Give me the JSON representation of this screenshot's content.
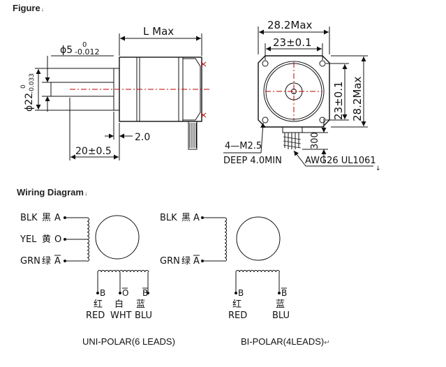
{
  "figure": {
    "heading": "Figure",
    "heading_mark": "↓",
    "side_view": {
      "length_label": "L  Max",
      "shaft_dia_label": "ϕ5",
      "shaft_dia_tol_upper": "0",
      "shaft_dia_tol_lower": "-0.012",
      "pilot_dia_label": "ϕ22",
      "pilot_dia_tol_upper": "0",
      "pilot_dia_tol_lower": "-0.033",
      "pilot_height_label": "2.0",
      "shaft_length_label": "20±0.5"
    },
    "front_view": {
      "outer_width_label": "28.2Max",
      "hole_spacing_h_label": "23±0.1",
      "hole_spacing_v_label": "23±0.1",
      "outer_height_label": "28.2Max",
      "lead_length_label": "300",
      "screw_label": "4—M2.5",
      "depth_label": "DEEP 4.0MIN",
      "wire_label": "AWG26  UL1061",
      "wire_label_mark": "↓"
    }
  },
  "wiring": {
    "heading": "Wiring Diagram",
    "heading_mark": "↓",
    "unipolar": {
      "leads": [
        {
          "code": "BLK",
          "zh": "黑",
          "phase": "A",
          "bar": false
        },
        {
          "code": "YEL",
          "zh": "黄",
          "phase": "O",
          "bar": false
        },
        {
          "code": "GRN",
          "zh": "绿",
          "phase": "A",
          "bar": true
        }
      ],
      "bottom_leads": [
        {
          "phase": "B",
          "bar": false,
          "zh": "红",
          "code": "RED"
        },
        {
          "phase": "O",
          "bar": true,
          "zh": "白",
          "code": "WHT"
        },
        {
          "phase": "B",
          "bar": true,
          "zh": "蓝",
          "code": "BLU"
        }
      ],
      "caption": "UNI-POLAR(6 LEADS)"
    },
    "bipolar": {
      "leads": [
        {
          "code": "BLK",
          "zh": "黑",
          "phase": "A",
          "bar": false
        },
        {
          "code": "GRN",
          "zh": "绿",
          "phase": "A",
          "bar": true
        }
      ],
      "bottom_leads": [
        {
          "phase": "B",
          "bar": false,
          "zh": "红",
          "code": "RED"
        },
        {
          "phase": "B",
          "bar": true,
          "zh": "蓝",
          "code": "BLU"
        }
      ],
      "caption": "BI-POLAR(4LEADS)",
      "caption_mark": "↵"
    }
  }
}
